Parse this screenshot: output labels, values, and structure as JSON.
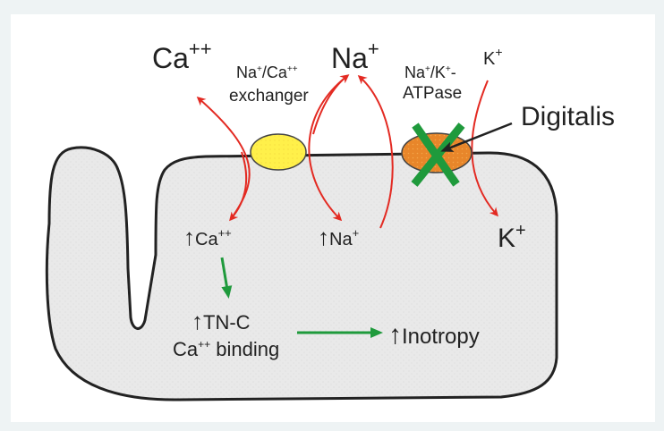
{
  "diagram": {
    "title": "Mechanism of digitalis inotropy",
    "colors": {
      "background": "#eef3f4",
      "panel": "#ffffff",
      "cell_fill": "#e9e9e9",
      "membrane": "#222222",
      "exchanger": "#fff04a",
      "atpase": "#e8862a",
      "flux_arrow": "#e32a22",
      "effect_arrow": "#1f9a3c",
      "inhibition_x": "#1f9a3c",
      "text": "#222222"
    },
    "extracellular": {
      "ca": {
        "base": "Ca",
        "charge": "++"
      },
      "na": {
        "base": "Na",
        "charge": "+"
      },
      "k": {
        "base": "K",
        "charge": "+"
      }
    },
    "transporters": {
      "exchanger": {
        "line1_a": "Na",
        "line1_a_sup": "+",
        "line1_b": "/Ca",
        "line1_b_sup": "++",
        "line2": "exchanger"
      },
      "atpase": {
        "line1_a": "Na",
        "line1_a_sup": "+",
        "line1_b": "/K",
        "line1_b_sup": "+",
        "line1_c": "-",
        "line2": "ATPase"
      }
    },
    "drug": {
      "label": "Digitalis"
    },
    "intracellular": {
      "up_arrow": "↑",
      "ca": {
        "base": "Ca",
        "charge": "++"
      },
      "na": {
        "base": "Na",
        "charge": "+"
      },
      "k": {
        "base": "K",
        "charge": "+"
      },
      "tnc_line1": "TN-C",
      "tnc_line2_base": "Ca",
      "tnc_line2_sup": "++",
      "tnc_line2_rest": " binding",
      "inotropy": "Inotropy"
    }
  }
}
